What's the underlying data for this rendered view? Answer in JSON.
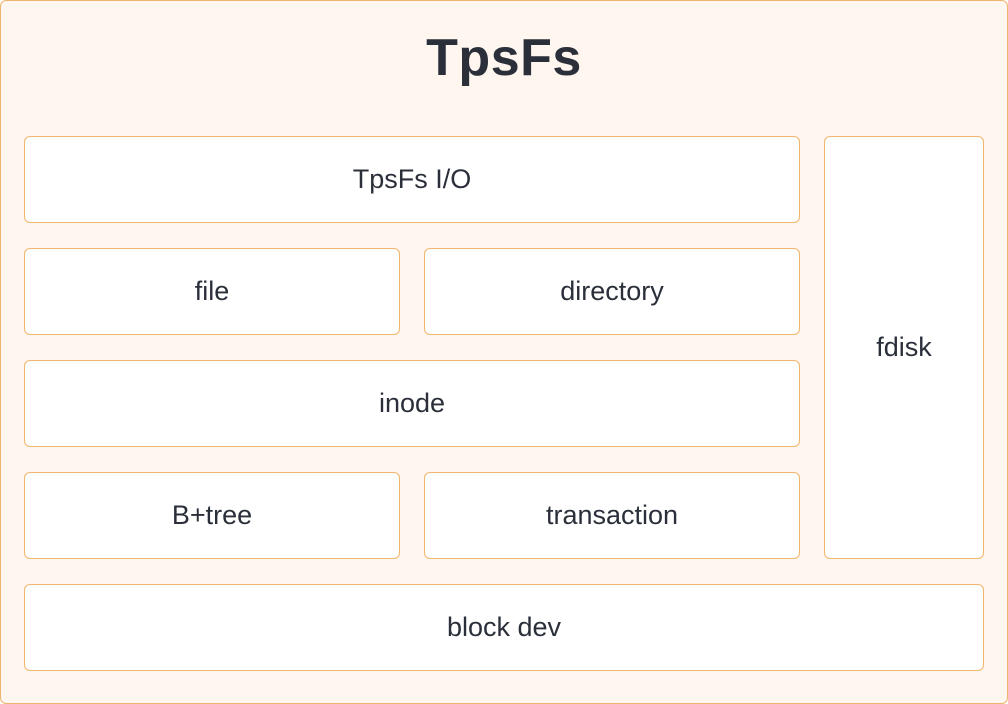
{
  "diagram": {
    "title": "TpsFs",
    "boxes": {
      "io": "TpsFs I/O",
      "file": "file",
      "directory": "directory",
      "inode": "inode",
      "btree": "B+tree",
      "transaction": "transaction",
      "fdisk": "fdisk",
      "block_dev": "block dev"
    },
    "colors": {
      "border": "#f0b56c",
      "background": "#fef6ef",
      "box_fill": "#ffffff",
      "text": "#2a2f3a"
    }
  }
}
